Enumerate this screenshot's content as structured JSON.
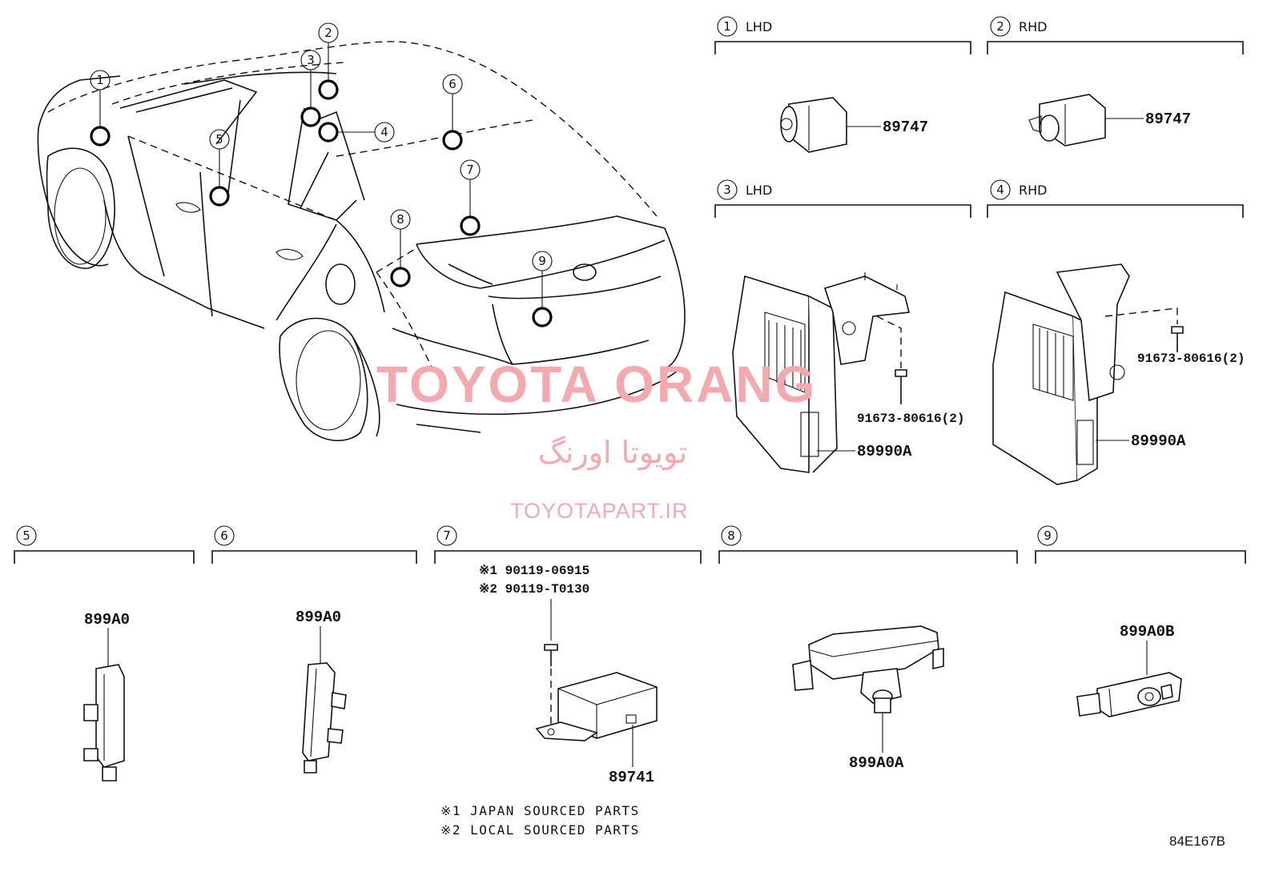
{
  "callouts": [
    "1",
    "2",
    "3",
    "4",
    "5",
    "6",
    "7",
    "8",
    "9"
  ],
  "panels": {
    "p1": {
      "num": "1",
      "label": "LHD",
      "part": "89747"
    },
    "p2": {
      "num": "2",
      "label": "RHD",
      "part": "89747"
    },
    "p3": {
      "num": "3",
      "label": "LHD",
      "part": "89990A",
      "bolt": "91673-80616(2)"
    },
    "p4": {
      "num": "4",
      "label": "RHD",
      "part": "89990A",
      "bolt": "91673-80616(2)"
    },
    "p5": {
      "num": "5",
      "part": "899A0"
    },
    "p6": {
      "num": "6",
      "part": "899A0"
    },
    "p7": {
      "num": "7",
      "part": "89741",
      "screw1": "※1 90119-06915",
      "screw2": "※2 90119-T0130"
    },
    "p8": {
      "num": "8",
      "part": "899A0A"
    },
    "p9": {
      "num": "9",
      "part": "899A0B"
    }
  },
  "notes": {
    "line1": "※1 JAPAN SOURCED PARTS",
    "line2": "※2 LOCAL SOURCED PARTS"
  },
  "watermark": {
    "brand": "TOYOTA ORANG",
    "persian": "تویوتا اورنگ",
    "site": "TOYOTAPART.IR"
  },
  "diagram_code": "84E167B",
  "colors": {
    "line": "#111111",
    "watermark": "#f3a9ae",
    "background": "#ffffff"
  }
}
